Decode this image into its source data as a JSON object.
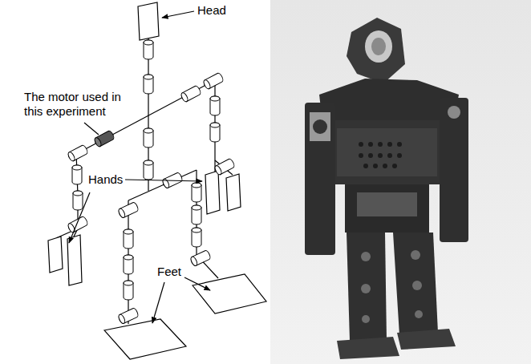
{
  "diagram": {
    "labels": [
      "Head",
      "The motor used in this experiment",
      "Hands",
      "Feet"
    ]
  }
}
